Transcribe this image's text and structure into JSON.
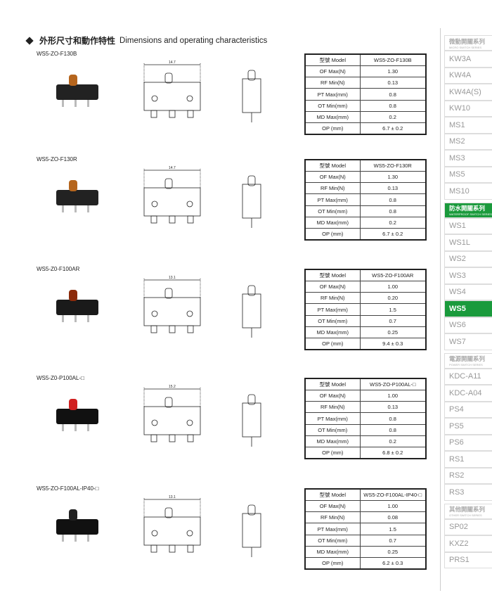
{
  "title": {
    "zh": "外形尺寸和動作特性",
    "en": "Dimensions and operating characteristics"
  },
  "sections": [
    {
      "model": "WS5-ZO-F130B",
      "width_dim": "14.7",
      "rows": [
        [
          "型號 Model",
          "WS5-ZO-F130B"
        ],
        [
          "OF Max(N)",
          "1.30"
        ],
        [
          "RF Min(N)",
          "0.13"
        ],
        [
          "PT Max(mm)",
          "0.8"
        ],
        [
          "OT Min(mm)",
          "0.8"
        ],
        [
          "MD Max(mm)",
          "0.2"
        ],
        [
          "OP (mm)",
          "6.7 ± 0.2"
        ]
      ]
    },
    {
      "model": "WS5-ZO-F130R",
      "width_dim": "14.7",
      "rows": [
        [
          "型號 Model",
          "WS5-ZO-F130R"
        ],
        [
          "OF Max(N)",
          "1.30"
        ],
        [
          "RF Min(N)",
          "0.13"
        ],
        [
          "PT Max(mm)",
          "0.8"
        ],
        [
          "OT Min(mm)",
          "0.8"
        ],
        [
          "MD Max(mm)",
          "0.2"
        ],
        [
          "OP (mm)",
          "6.7 ± 0.2"
        ]
      ]
    },
    {
      "model": "WS5-Z0-F100AR",
      "width_dim": "13.1",
      "rows": [
        [
          "型號 Model",
          "WS5-ZO-F100AR"
        ],
        [
          "OF Max(N)",
          "1.00"
        ],
        [
          "RF Min(N)",
          "0.20"
        ],
        [
          "PT Max(mm)",
          "1.5"
        ],
        [
          "OT Min(mm)",
          "0.7"
        ],
        [
          "MD Max(mm)",
          "0.25"
        ],
        [
          "OP (mm)",
          "9.4 ± 0.3"
        ]
      ]
    },
    {
      "model": "WS5-Z0-P100AL-□",
      "width_dim": "15.2",
      "rows": [
        [
          "型號 Model",
          "WS5-ZO-P100AL-□"
        ],
        [
          "OF Max(N)",
          "1.00"
        ],
        [
          "RF Min(N)",
          "0.13"
        ],
        [
          "PT Max(mm)",
          "0.8"
        ],
        [
          "OT Min(mm)",
          "0.8"
        ],
        [
          "MD Max(mm)",
          "0.2"
        ],
        [
          "OP (mm)",
          "6.8 ± 0.2"
        ]
      ]
    },
    {
      "model": "WS5-ZO-F100AL-IP40-□",
      "width_dim": "13.1",
      "rows": [
        [
          "型號 Model",
          "WS5-ZO-F100AL-IP40-□"
        ],
        [
          "OF Max(N)",
          "1.00"
        ],
        [
          "RF Min(N)",
          "0.08"
        ],
        [
          "PT Max(mm)",
          "1.5"
        ],
        [
          "OT Min(mm)",
          "0.7"
        ],
        [
          "MD Max(mm)",
          "0.25"
        ],
        [
          "OP (mm)",
          "6.2 ± 0.3"
        ]
      ]
    }
  ],
  "sidebar": [
    {
      "type": "head",
      "zh": "微動開關系列",
      "en": "MICRO SWITCH SERIES"
    },
    {
      "label": "KW3A"
    },
    {
      "label": "KW4A"
    },
    {
      "label": "KW4A(S)"
    },
    {
      "label": "KW10"
    },
    {
      "label": "MS1"
    },
    {
      "label": "MS2"
    },
    {
      "label": "MS3"
    },
    {
      "label": "MS5"
    },
    {
      "label": "MS10"
    },
    {
      "type": "head",
      "zh": "防水開關系列",
      "en": "WATERPROOF SWITCH SERIES",
      "active": true
    },
    {
      "label": "WS1"
    },
    {
      "label": "WS1L"
    },
    {
      "label": "WS2"
    },
    {
      "label": "WS3"
    },
    {
      "label": "WS4"
    },
    {
      "label": "WS5",
      "active": true
    },
    {
      "label": "WS6"
    },
    {
      "label": "WS7"
    },
    {
      "type": "head",
      "zh": "電源開關系列",
      "en": "POWER SWITCH SERIES"
    },
    {
      "label": "KDC-A11"
    },
    {
      "label": "KDC-A04"
    },
    {
      "label": "PS4"
    },
    {
      "label": "PS5"
    },
    {
      "label": "PS6"
    },
    {
      "label": "RS1"
    },
    {
      "label": "RS2"
    },
    {
      "label": "RS3"
    },
    {
      "type": "head",
      "zh": "其他開關系列",
      "en": "OTHER SWITCH SERIES"
    },
    {
      "label": "SP02"
    },
    {
      "label": "KXZ2"
    },
    {
      "label": "PRS1"
    }
  ],
  "colors": {
    "accent": "#1a9a3c"
  }
}
